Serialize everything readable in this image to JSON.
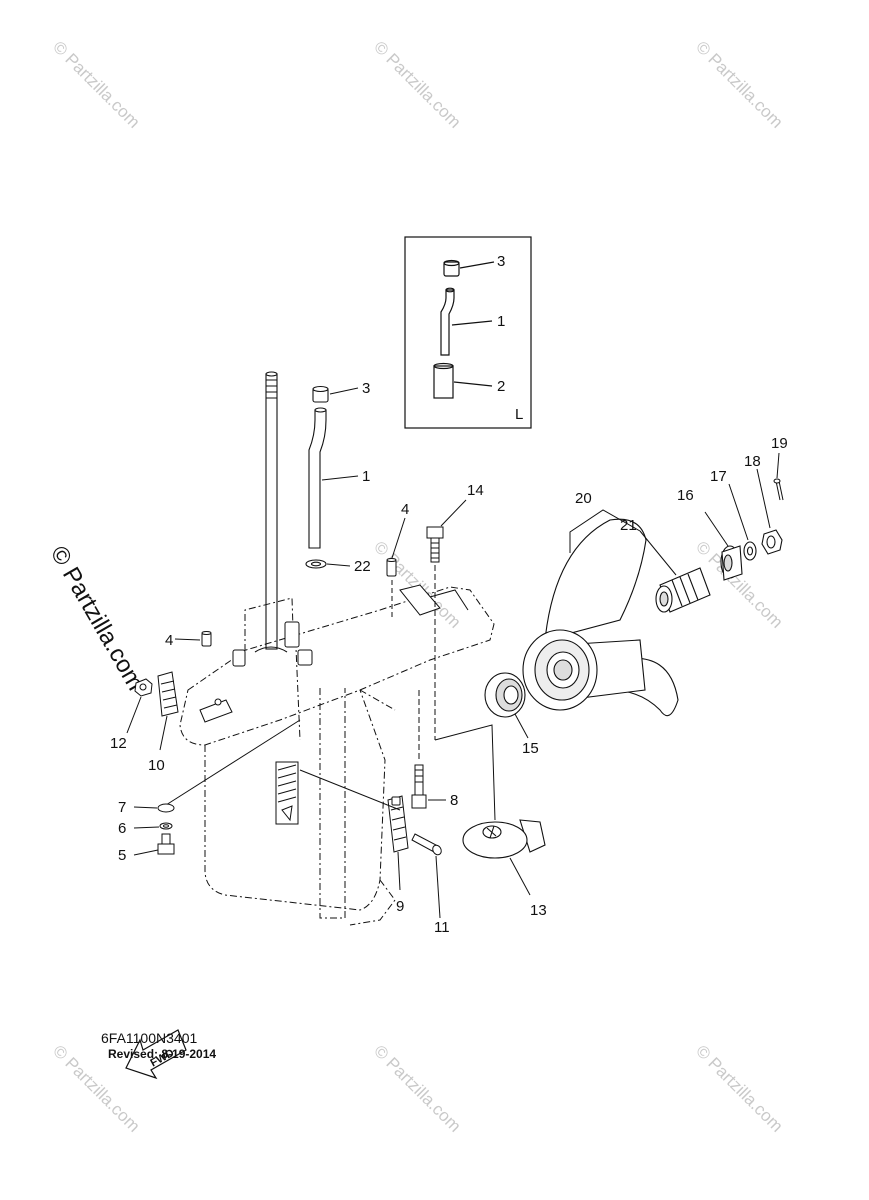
{
  "watermark": {
    "text": "© Partzilla.com",
    "large_text": "© Partzilla.com"
  },
  "diagram": {
    "code": "6FA1100N3401",
    "revised": "Revised: 8-19-2014",
    "fwd_label": "FWD",
    "inset_label": "L",
    "callouts": [
      "1",
      "2",
      "3",
      "4",
      "5",
      "6",
      "7",
      "8",
      "9",
      "10",
      "11",
      "12",
      "13",
      "14",
      "15",
      "16",
      "17",
      "18",
      "19",
      "20",
      "21",
      "22"
    ]
  }
}
